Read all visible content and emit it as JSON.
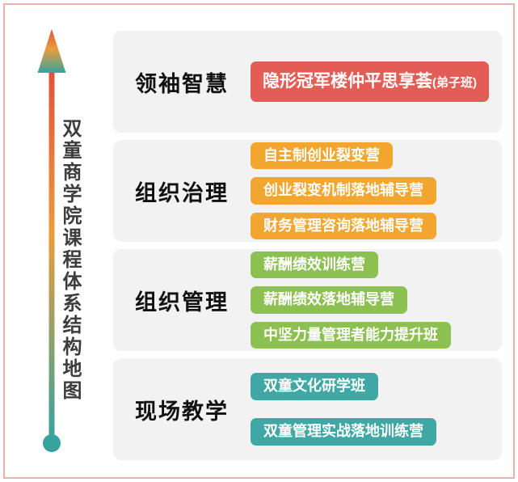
{
  "title": "双童商学院课程体系结构地图",
  "colors": {
    "frame_border": "#e9b2a9",
    "section_bg": "#f2f2f2",
    "title_text": "#3d3d3d",
    "pill_text": "#ffffff",
    "arrow_top": "#e0503e",
    "arrow_mid": "#ec9c3a",
    "arrow_bottom": "#37a39e"
  },
  "sections": [
    {
      "label": "领袖智慧",
      "color": "#e25d55",
      "courses": [
        {
          "name": "隐形冠军楼仲平思享荟",
          "suffix": "(弟子班)"
        }
      ]
    },
    {
      "label": "组织治理",
      "color": "#f2a52f",
      "courses": [
        "自主制创业裂变营",
        "创业裂变机制落地辅导营",
        "财务管理咨询落地辅导营"
      ]
    },
    {
      "label": "组织管理",
      "color": "#8cc152",
      "courses": [
        "薪酬绩效训练营",
        "薪酬绩效落地辅导营",
        "中坚力量管理者能力提升班"
      ]
    },
    {
      "label": "现场教学",
      "color": "#3fa8a4",
      "courses": [
        "双童文化研学班",
        "双童管理实战落地训练营"
      ]
    }
  ]
}
